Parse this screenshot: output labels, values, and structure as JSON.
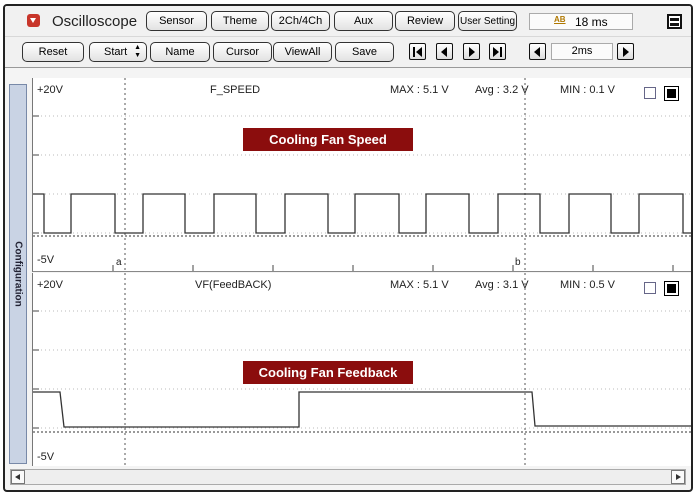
{
  "app": {
    "title": "Oscilloscope"
  },
  "toolbar1": {
    "buttons": [
      "Sensor",
      "Theme",
      "2Ch/4Ch",
      "Aux",
      "Review",
      "User Setting"
    ],
    "time_display": "18 ms",
    "time_icon_text": "AB"
  },
  "toolbar2": {
    "buttons": [
      "Reset",
      "Start",
      "Name",
      "Cursor",
      "ViewAll",
      "Save"
    ],
    "timebase": "2ms"
  },
  "sidebar": {
    "label": "Configuration"
  },
  "channels": [
    {
      "name": "F_SPEED",
      "top_label": "+20V",
      "bottom_label": "-5V",
      "max_label": "MAX : 5.1 V",
      "avg_label": "Avg : 3.2 V",
      "min_label": "MIN : 0.1 V",
      "caption": "Cooling Fan Speed",
      "cursor_a": "a",
      "cursor_b": "b"
    },
    {
      "name": "VF(FeedBACK)",
      "top_label": "+20V",
      "bottom_label": "-5V",
      "max_label": "MAX : 5.1 V",
      "avg_label": "Avg : 3.1 V",
      "min_label": "MIN : 0.5 V",
      "caption": "Cooling Fan Feedback"
    }
  ],
  "colors": {
    "caption_bg": "#8b0d0d",
    "trace": "#333333",
    "grid": "#bbbbbb"
  }
}
